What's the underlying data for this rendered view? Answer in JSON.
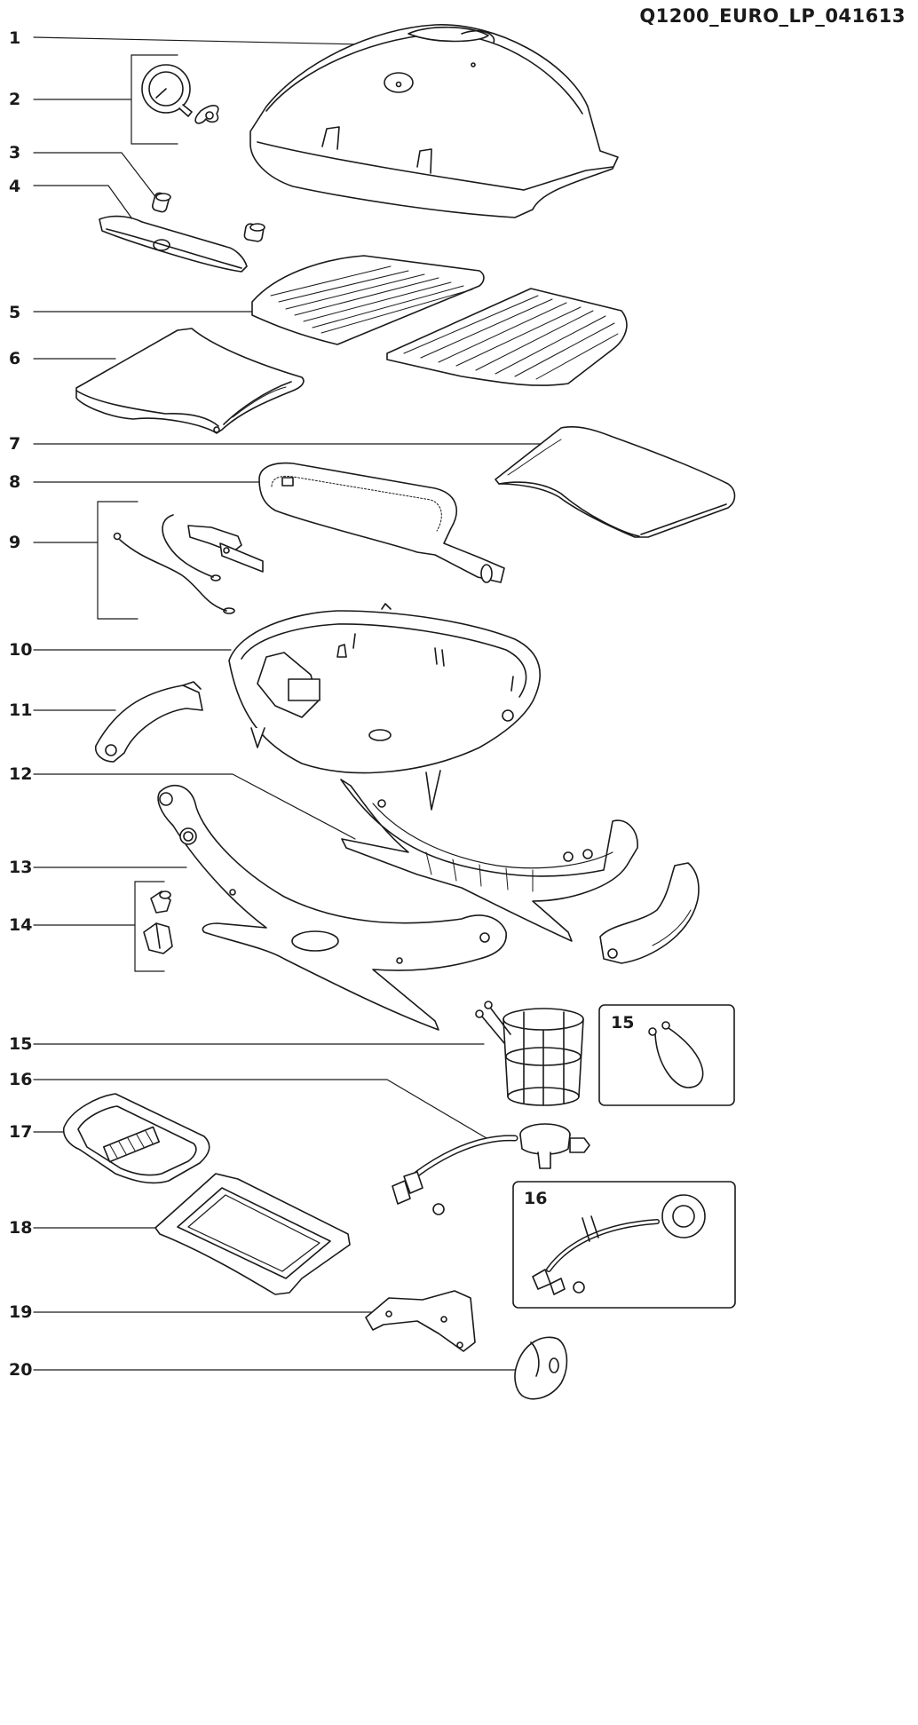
{
  "title": "Q1200_EURO_LP_041613",
  "callouts": [
    "1",
    "2",
    "3",
    "4",
    "5",
    "6",
    "7",
    "8",
    "9",
    "10",
    "11",
    "12",
    "13",
    "14",
    "15",
    "16",
    "17",
    "18",
    "19",
    "20"
  ],
  "inset_labels": {
    "box15": "15",
    "box16": "16"
  }
}
